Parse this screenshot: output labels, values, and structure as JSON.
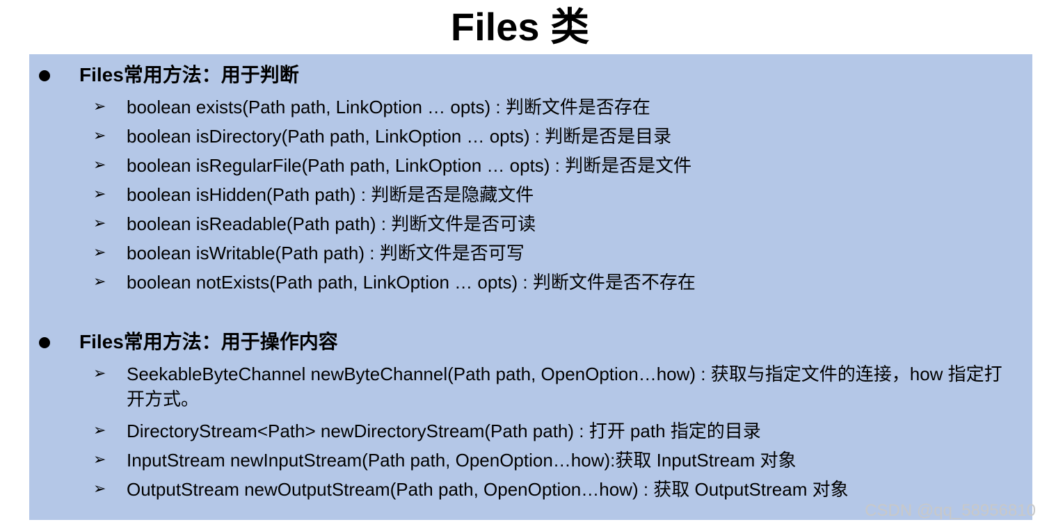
{
  "title": "Files 类",
  "sections": [
    {
      "heading": "Files常用方法：用于判断",
      "items": [
        "boolean exists(Path path, LinkOption … opts) : 判断文件是否存在",
        "boolean isDirectory(Path path, LinkOption … opts) : 判断是否是目录",
        "boolean isRegularFile(Path path, LinkOption … opts) : 判断是否是文件",
        "boolean isHidden(Path path) : 判断是否是隐藏文件",
        "boolean isReadable(Path path) : 判断文件是否可读",
        "boolean isWritable(Path path) : 判断文件是否可写",
        "boolean notExists(Path path, LinkOption … opts) : 判断文件是否不存在"
      ]
    },
    {
      "heading": "Files常用方法：用于操作内容",
      "items": [
        "SeekableByteChannel newByteChannel(Path path, OpenOption…how) : 获取与指定文件的连接，how 指定打开方式。",
        "DirectoryStream<Path>  newDirectoryStream(Path path) : 打开 path 指定的目录",
        "InputStream newInputStream(Path path, OpenOption…how):获取 InputStream 对象",
        "OutputStream newOutputStream(Path path, OpenOption…how) : 获取 OutputStream 对象"
      ]
    }
  ],
  "bullet_glyph": "●",
  "arrow_glyph": "➢",
  "watermark": "CSDN @qq_58956810",
  "colors": {
    "panel_background": "#b4c7e7",
    "text": "#000000",
    "watermark": "#c8c8c8"
  }
}
